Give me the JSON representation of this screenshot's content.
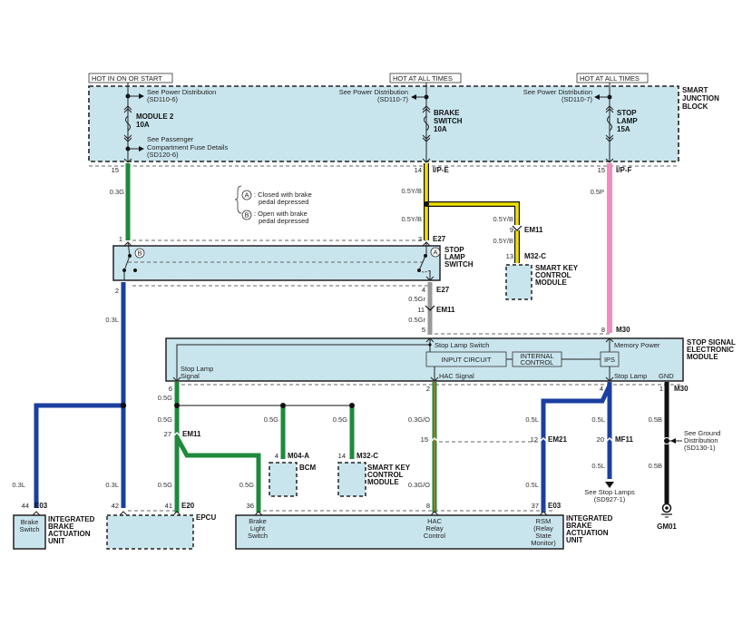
{
  "diagram": {
    "power_labels": [
      "HOT IN ON OR START",
      "HOT AT ALL TIMES",
      "HOT AT ALL TIMES"
    ],
    "smart_junction_block": {
      "title_lines": [
        "SMART",
        "JUNCTION",
        "BLOCK"
      ],
      "fuses": [
        {
          "name_lines": [
            "MODULE 2",
            "10A"
          ],
          "ref_top": [
            "See Power Distribution",
            "(SD110-6)"
          ],
          "ref_bottom": [
            "See Passenger",
            "Compartment Fuse Details",
            "(SD120-6)"
          ],
          "pin": "15",
          "connector": ""
        },
        {
          "name_lines": [
            "BRAKE",
            "SWITCH",
            "10A"
          ],
          "ref_top": [
            "See Power Distribution",
            "(SD110-7)"
          ],
          "pin": "14",
          "connector": "I/P-E"
        },
        {
          "name_lines": [
            "STOP",
            "LAMP",
            "15A"
          ],
          "ref_top": [
            "See Power Distribution",
            "(SD110-7)"
          ],
          "pin": "15",
          "connector": "I/P-F"
        }
      ]
    },
    "legend": {
      "a": {
        "symbol": "A",
        "lines": [
          ": Closed with brake",
          "pedal depressed"
        ]
      },
      "b": {
        "symbol": "B",
        "lines": [
          ": Open with brake",
          "pedal depressed"
        ]
      }
    },
    "stop_lamp_switch": {
      "title_lines": [
        "STOP",
        "LAMP",
        "SWITCH"
      ],
      "pins": {
        "p1": "1",
        "p2": "2",
        "p3": "3",
        "p4": "4"
      },
      "connector": "E27",
      "switch_b": "B",
      "switch_a": "A"
    },
    "smart_key_top": {
      "title_lines": [
        "SMART KEY",
        "CONTROL",
        "MODULE"
      ],
      "pin": "13",
      "connector": "M32-C",
      "inline_pin": "9",
      "inline_connector": "EM11"
    },
    "wires": {
      "w_green_top": "0.3G",
      "w_yb_1": "0.5Y/B",
      "w_yb_2": "0.5Y/B",
      "w_yb_3": "0.5Y/B",
      "w_yb_4": "0.5Y/B",
      "w_pink": "0.5P",
      "w_blue_left": "0.3L",
      "w_blue_44": "0.3L",
      "w_blue_42": "0.3L",
      "w_gr_1": "0.5Gr",
      "w_gr_2": "0.5Gr",
      "w_g_1": "0.5G",
      "w_g_2": "0.5G",
      "w_g_3": "0.5G",
      "w_g_4": "0.5G",
      "w_g_5": "0.5G",
      "w_g_6": "0.5G",
      "w_go_1": "0.3G/O",
      "w_go_2": "0.3G/O",
      "w_l_1": "0.5L",
      "w_l_2": "0.5L",
      "w_l_3": "0.5L",
      "w_l_4": "0.5L",
      "w_b_1": "0.5B",
      "w_b_2": "0.5B"
    },
    "inline": {
      "em11_gr_pin": "11",
      "em11_gr": "EM11",
      "e27_pin3": "3",
      "e27_pin4": "4",
      "e27": "E27",
      "m30_pin8": "8",
      "m30": "M30",
      "ssem_pin5": "5",
      "em11_g_pin": "27",
      "em11_g": "EM11",
      "em21_pin": "12",
      "em21": "EM21",
      "em15_pin": "15",
      "mf11_pin": "20",
      "mf11": "MF11",
      "m30_gnd_pin": "1"
    },
    "ssem": {
      "title_lines": [
        "STOP SIGNAL",
        "ELECTRONIC",
        "MODULE"
      ],
      "stop_lamp_switch": "Stop Lamp Switch",
      "memory_power": "Memory Power",
      "input_circuit": "INPUT CIRCUIT",
      "internal_control": [
        "INTERNAL",
        "CONTROL"
      ],
      "ips": "IPS",
      "stop_lamp_signal": [
        "Stop Lamp",
        "Signal"
      ],
      "hac_signal": "HAC Signal",
      "stop_lamp": "Stop Lamp",
      "gnd": "GND",
      "pin6": "6",
      "pin2": "2",
      "pin4": "4"
    },
    "bcm": {
      "title": "BCM",
      "pin": "4",
      "connector": "M04-A"
    },
    "smart_key_bottom": {
      "title_lines": [
        "SMART KEY",
        "CONTROL",
        "MODULE"
      ],
      "pin": "14",
      "connector": "M32-C"
    },
    "ibau_left": {
      "title_lines": [
        "INTEGRATED",
        "BRAKE",
        "ACTUATION",
        "UNIT"
      ],
      "inner": [
        "Brake",
        "Switch"
      ],
      "pin": "44",
      "connector": "E03"
    },
    "epcu": {
      "title": "EPCU",
      "pin42": "42",
      "pin41": "41",
      "connector": "E20"
    },
    "ibau_right": {
      "title_lines": [
        "INTEGRATED",
        "BRAKE",
        "ACTUATION",
        "UNIT"
      ],
      "brake_light_switch": [
        "Brake",
        "Light",
        "Switch"
      ],
      "hac_relay_control": [
        "HAC",
        "Relay",
        "Control"
      ],
      "rsm": [
        "RSM",
        "(Relay",
        "State",
        "Monitor)"
      ],
      "pin36": "36",
      "pin8": "8",
      "pin37": "37",
      "connector": "E03"
    },
    "stop_lamps_ref": [
      "See Stop Lamps",
      "(SD927-1)"
    ],
    "ground_ref": [
      "See Ground",
      "Distribution",
      "(SD130-1)"
    ],
    "ground": "GM01"
  }
}
